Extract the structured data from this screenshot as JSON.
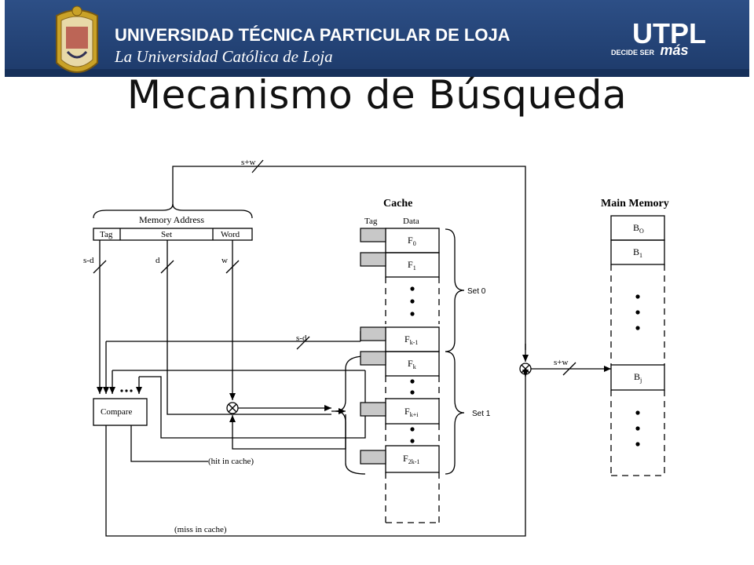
{
  "header": {
    "university_name": "UNIVERSIDAD TÉCNICA PARTICULAR DE LOJA",
    "tagline": "La Universidad Católica de Loja",
    "logo_text": "UTPL",
    "logo_slogan_prefix": "DECIDE SER",
    "logo_slogan_emphasis": "más"
  },
  "slide": {
    "title": "Mecanismo de Búsqueda"
  },
  "diagram": {
    "memory_address_label": "Memory Address",
    "fields": [
      "Tag",
      "Set",
      "Word"
    ],
    "bus_labels": {
      "top": "s+w",
      "tag": "s-d",
      "set": "d",
      "word": "w",
      "compare_bus": "s-d",
      "to_memory": "s+w"
    },
    "cache_title": "Cache",
    "cache_tag_header": "Tag",
    "cache_data_header": "Data",
    "cache_lines": {
      "f0": "F",
      "f0_sub": "0",
      "f1": "F",
      "f1_sub": "1",
      "fk1": "F",
      "fk1_sub": "k-1",
      "fk": "F",
      "fk_sub": "k",
      "fki": "F",
      "fki_sub": "k+i",
      "f2k": "F",
      "f2k_sub": "2k-1"
    },
    "set0_label": "Set 0",
    "set1_label": "Set 1",
    "compare_label": "Compare",
    "hit_label": "(hit in cache)",
    "miss_label": "(miss in cache)",
    "main_memory_title": "Main Memory",
    "memory_blocks": {
      "b0": "B",
      "b0_sub": "O",
      "b1": "B",
      "b1_sub": "1",
      "bj": "B",
      "bj_sub": "j"
    }
  }
}
